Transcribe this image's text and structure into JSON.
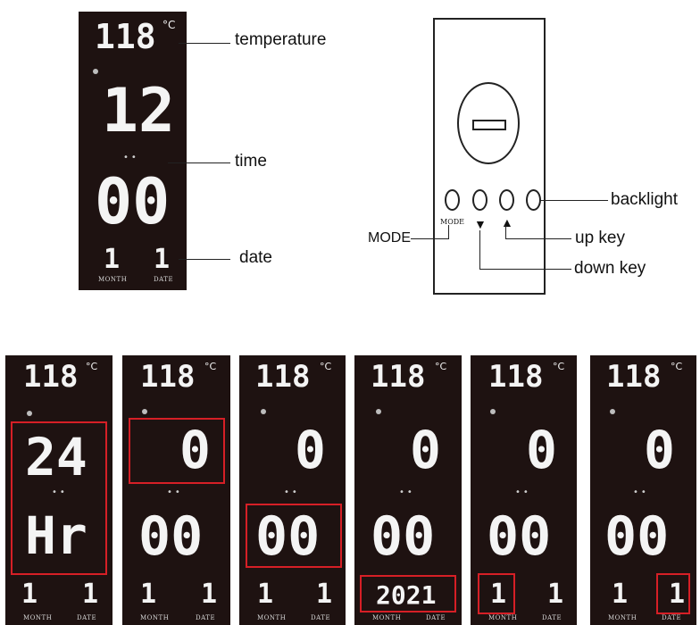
{
  "main_display": {
    "temperature": "118",
    "temp_unit": "°C",
    "hour": "12",
    "minute": "00",
    "month_value": "1",
    "date_value": "1",
    "month_label": "MONTH",
    "date_label": "DATE"
  },
  "main_callouts": {
    "temperature": "temperature",
    "time": "time",
    "date": "date"
  },
  "remote": {
    "mode_button_label": "MODE",
    "mode_callout": "MODE",
    "backlight": "backlight",
    "up_key": "up key",
    "down_key": "down key"
  },
  "steps": [
    {
      "temperature": "118",
      "temp_unit": "°C",
      "top": "24",
      "bottom": "Hr",
      "month": "1",
      "date": "1",
      "month_label": "MONTH",
      "date_label": "DATE"
    },
    {
      "temperature": "118",
      "temp_unit": "°C",
      "top": "0",
      "bottom": "00",
      "month": "1",
      "date": "1",
      "month_label": "MONTH",
      "date_label": "DATE"
    },
    {
      "temperature": "118",
      "temp_unit": "°C",
      "top": "0",
      "bottom": "00",
      "month": "1",
      "date": "1",
      "month_label": "MONTH",
      "date_label": "DATE"
    },
    {
      "temperature": "118",
      "temp_unit": "°C",
      "top": "0",
      "bottom": "00",
      "year": "2021",
      "month_label": "MONTH",
      "date_label": "DATE"
    },
    {
      "temperature": "118",
      "temp_unit": "°C",
      "top": "0",
      "bottom": "00",
      "month": "1",
      "date": "1",
      "month_label": "MONTH",
      "date_label": "DATE"
    },
    {
      "temperature": "118",
      "temp_unit": "°C",
      "top": "0",
      "bottom": "00",
      "month": "1",
      "date": "1",
      "month_label": "MONTH",
      "date_label": "DATE"
    }
  ],
  "colors": {
    "panel": "#1e1211",
    "digits": "#f4f4f4",
    "highlight": "#d61f26"
  }
}
